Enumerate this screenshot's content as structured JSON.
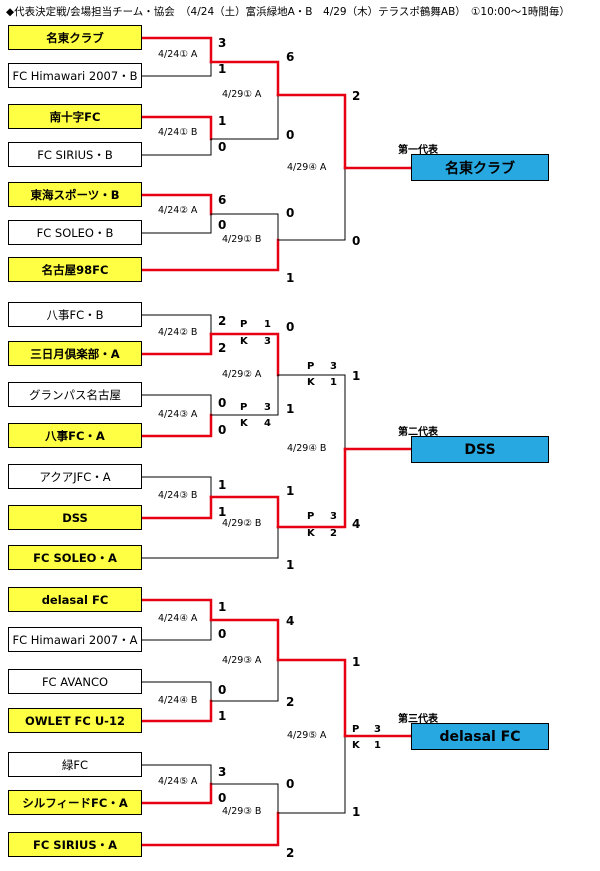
{
  "header": "◆代表決定戦/会場担当チーム・協会　（4/24（土）富浜緑地A・B　4/29（木）テラスポ鶴舞AB）　①10:00～1時間毎）",
  "teams": [
    {
      "name": "名東クラブ",
      "win": true
    },
    {
      "name": "FC Himawari 2007・B",
      "win": false
    },
    {
      "name": "南十字FC",
      "win": true
    },
    {
      "name": "FC SIRIUS・B",
      "win": false
    },
    {
      "name": "東海スポーツ・B",
      "win": true
    },
    {
      "name": "FC SOLEO・B",
      "win": false
    },
    {
      "name": "名古屋98FC",
      "win": true
    },
    {
      "name": "八事FC・B",
      "win": false
    },
    {
      "name": "三日月倶楽部・A",
      "win": true
    },
    {
      "name": "グランパス名古屋",
      "win": false
    },
    {
      "name": "八事FC・A",
      "win": true
    },
    {
      "name": "アクアJFC・A",
      "win": false
    },
    {
      "name": "DSS",
      "win": true
    },
    {
      "name": "FC SOLEO・A",
      "win": true
    },
    {
      "name": "delasal FC",
      "win": true
    },
    {
      "name": "FC Himawari 2007・A",
      "win": false
    },
    {
      "name": "FC AVANCO",
      "win": false
    },
    {
      "name": "OWLET FC U-12",
      "win": true
    },
    {
      "name": "緑FC",
      "win": false
    },
    {
      "name": "シルフィードFC・A",
      "win": true
    },
    {
      "name": "FC SIRIUS・A",
      "win": true
    }
  ],
  "groups": [
    {
      "rep_label": "第一代表",
      "winner": "名東クラブ",
      "labels": [
        "4/24① A",
        "4/24① B",
        "4/24② A",
        "4/29① A",
        "4/29① B",
        "4/29④ A"
      ],
      "scores": [
        "3",
        "1",
        "1",
        "0",
        "6",
        "0",
        "6",
        "0",
        "0",
        "1",
        "2",
        "0"
      ],
      "pk": []
    },
    {
      "rep_label": "第二代表",
      "winner": "DSS",
      "labels": [
        "4/24② B",
        "4/24③ A",
        "4/24③ B",
        "4/29② A",
        "4/29② B",
        "4/29④ B"
      ],
      "scores": [
        "2",
        "2",
        "0",
        "0",
        "1",
        "1",
        "0",
        "1",
        "1",
        "1",
        "1",
        "4"
      ],
      "pk": [
        "P",
        "1",
        "K",
        "3",
        "P",
        "3",
        "K",
        "4",
        "P",
        "3",
        "K",
        "1",
        "P",
        "3",
        "K",
        "2"
      ]
    },
    {
      "rep_label": "第三代表",
      "winner": "delasal FC",
      "labels": [
        "4/24④ A",
        "4/24④ B",
        "4/24⑤ A",
        "4/29③ A",
        "4/29③ B",
        "4/29⑤ A"
      ],
      "scores": [
        "1",
        "0",
        "0",
        "1",
        "3",
        "0",
        "4",
        "2",
        "0",
        "2",
        "1",
        "1"
      ],
      "pk": [
        "P",
        "3",
        "K",
        "1"
      ]
    }
  ]
}
